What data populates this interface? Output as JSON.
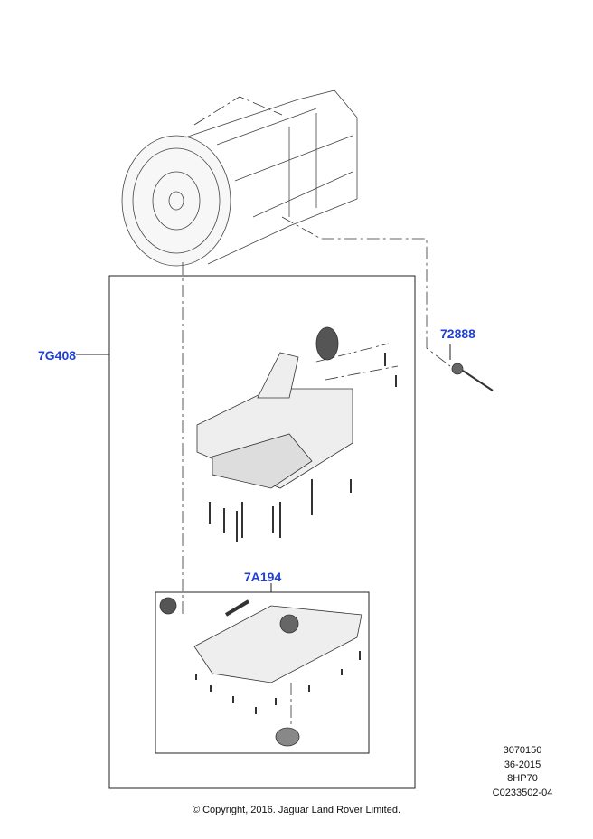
{
  "callouts": {
    "valve_body": "7G408",
    "seal": "72888",
    "oil_pan": "7A194"
  },
  "meta": {
    "ref": "3070150",
    "date": "36-2015",
    "model": "8HP70",
    "code": "C0233502-04"
  },
  "copyright": "© Copyright, 2016. Jaguar Land Rover Limited.",
  "colors": {
    "callout": "#1f3fd6",
    "line": "#333333"
  }
}
